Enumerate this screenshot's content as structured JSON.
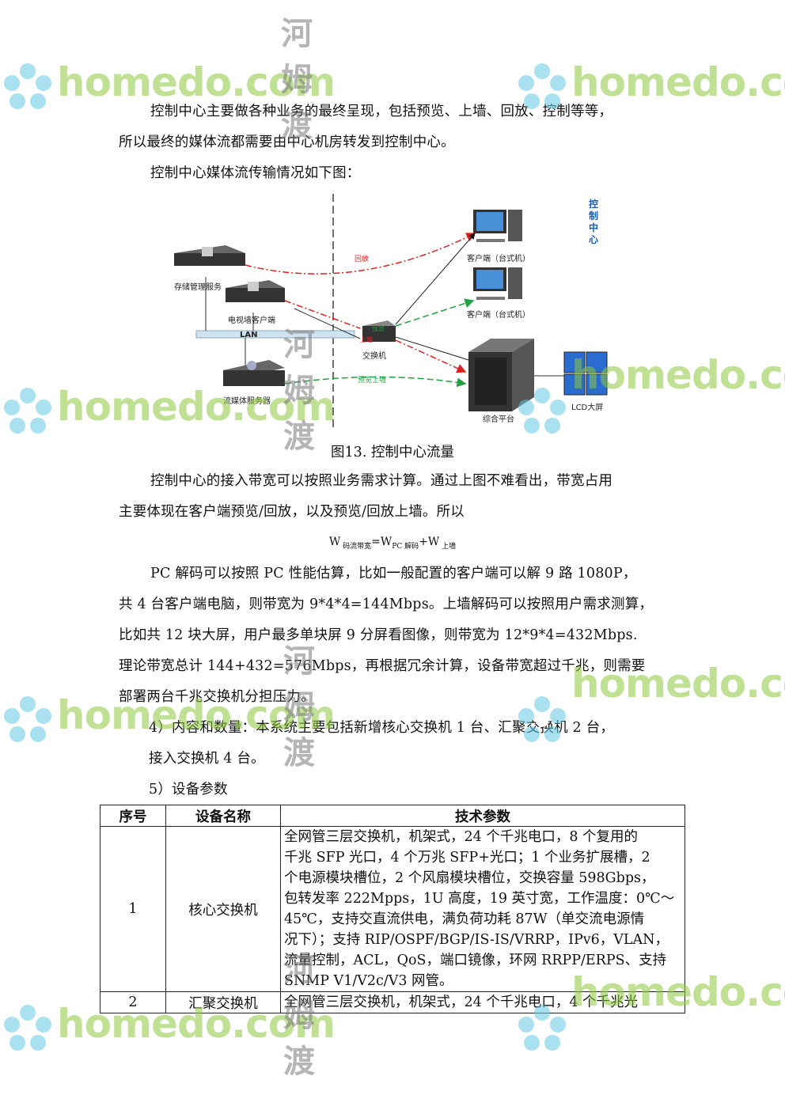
{
  "paragraphs": {
    "p1_line1": "控制中心主要做各种业务的最终呈现，包括预览、上墙、回放、控制等等，",
    "p1_line2": "所以最终的媒体流都需要由中心机房转发到控制中心。",
    "p2": "控制中心媒体流传输情况如下图：",
    "p3_line1": "控制中心的接入带宽可以按照业务需求计算。通过上图不难看出，带宽占用",
    "p3_line2": "主要体现在客户端预览/回放，以及预览/回放上墙。所以",
    "p4_line1": "PC 解码可以按照 PC 性能估算，比如一般配置的客户端可以解 9 路 1080P，",
    "p4_line2": "共 4 台客户端电脑，则带宽为 9*4*4=144Mbps。上墙解码可以按照用户需求测算，",
    "p4_line3": "比如共 12 块大屏，用户最多单块屏 9 分屏看图像，则带宽为 12*9*4=432Mbps.",
    "p4_line4": "理论带宽总计 144+432=576Mbps，再根据冗余计算，设备带宽超过千兆，则需要",
    "p4_line5": "部署两台千兆交换机分担压力。",
    "p5_line1": "4）内容和数量：本系统主要包括新增核心交换机 1 台、汇聚交换机 2 台，",
    "p5_line2": "接入交换机 4 台。",
    "p6": "5）设备参数"
  },
  "figure": {
    "caption": "图13. 控制中心流量",
    "labels": {
      "control_center": [
        "控",
        "制",
        "中",
        "心"
      ],
      "client1": "客户端（台式机）",
      "client2": "客户端（台式机）",
      "storage": "存储管理服务",
      "tvwall_client": "电视墙客户端",
      "lan": "LAN",
      "stream_server": "流媒体服务器",
      "switch": "交换机",
      "platform": "综合平台",
      "lcd": "LCD大屏",
      "playback": "回放",
      "preview_wall": "预览上墙",
      "preview": "预览",
      "wall": "上墙"
    },
    "colors": {
      "red_flow": "#e02020",
      "green_flow": "#20a040",
      "control_center_text": "#1a5fb4"
    }
  },
  "formula": {
    "w": "W",
    "sub1": "码流带宽",
    "eq": "=W",
    "sub2": "PC 解码",
    "plus": "+W",
    "sub3": "上墙"
  },
  "table": {
    "headers": [
      "序号",
      "设备名称",
      "技术参数"
    ],
    "row1": {
      "no": "1",
      "name": "核心交换机",
      "params": [
        "全网管三层交换机，机架式，24 个千兆电口，8 个复用的",
        "千兆 SFP 光口，4 个万兆 SFP+光口；1 个业务扩展槽，2",
        "个电源模块槽位，2 个风扇模块槽位，交换容量 598Gbps，",
        "包转发率 222Mpps，1U 高度，19 英寸宽，工作温度：0℃～",
        "45℃，支持交直流供电，满负荷功耗 87W（单交流电源情",
        "况下）；支持 RIP/OSPF/BGP/IS-IS/VRRP，IPv6，VLAN，",
        "流量控制，ACL，QoS，端口镜像，环网 RRPP/ERPS、支持",
        "SNMP V1/V2c/V3 网管。"
      ]
    },
    "row2": {
      "no": "2",
      "name": "汇聚交换机",
      "params": "全网管三层交换机，机架式，24 个千兆电口，4 个千兆光"
    }
  },
  "watermark": {
    "text": "homedo.com",
    "cn": "河姆渡"
  }
}
